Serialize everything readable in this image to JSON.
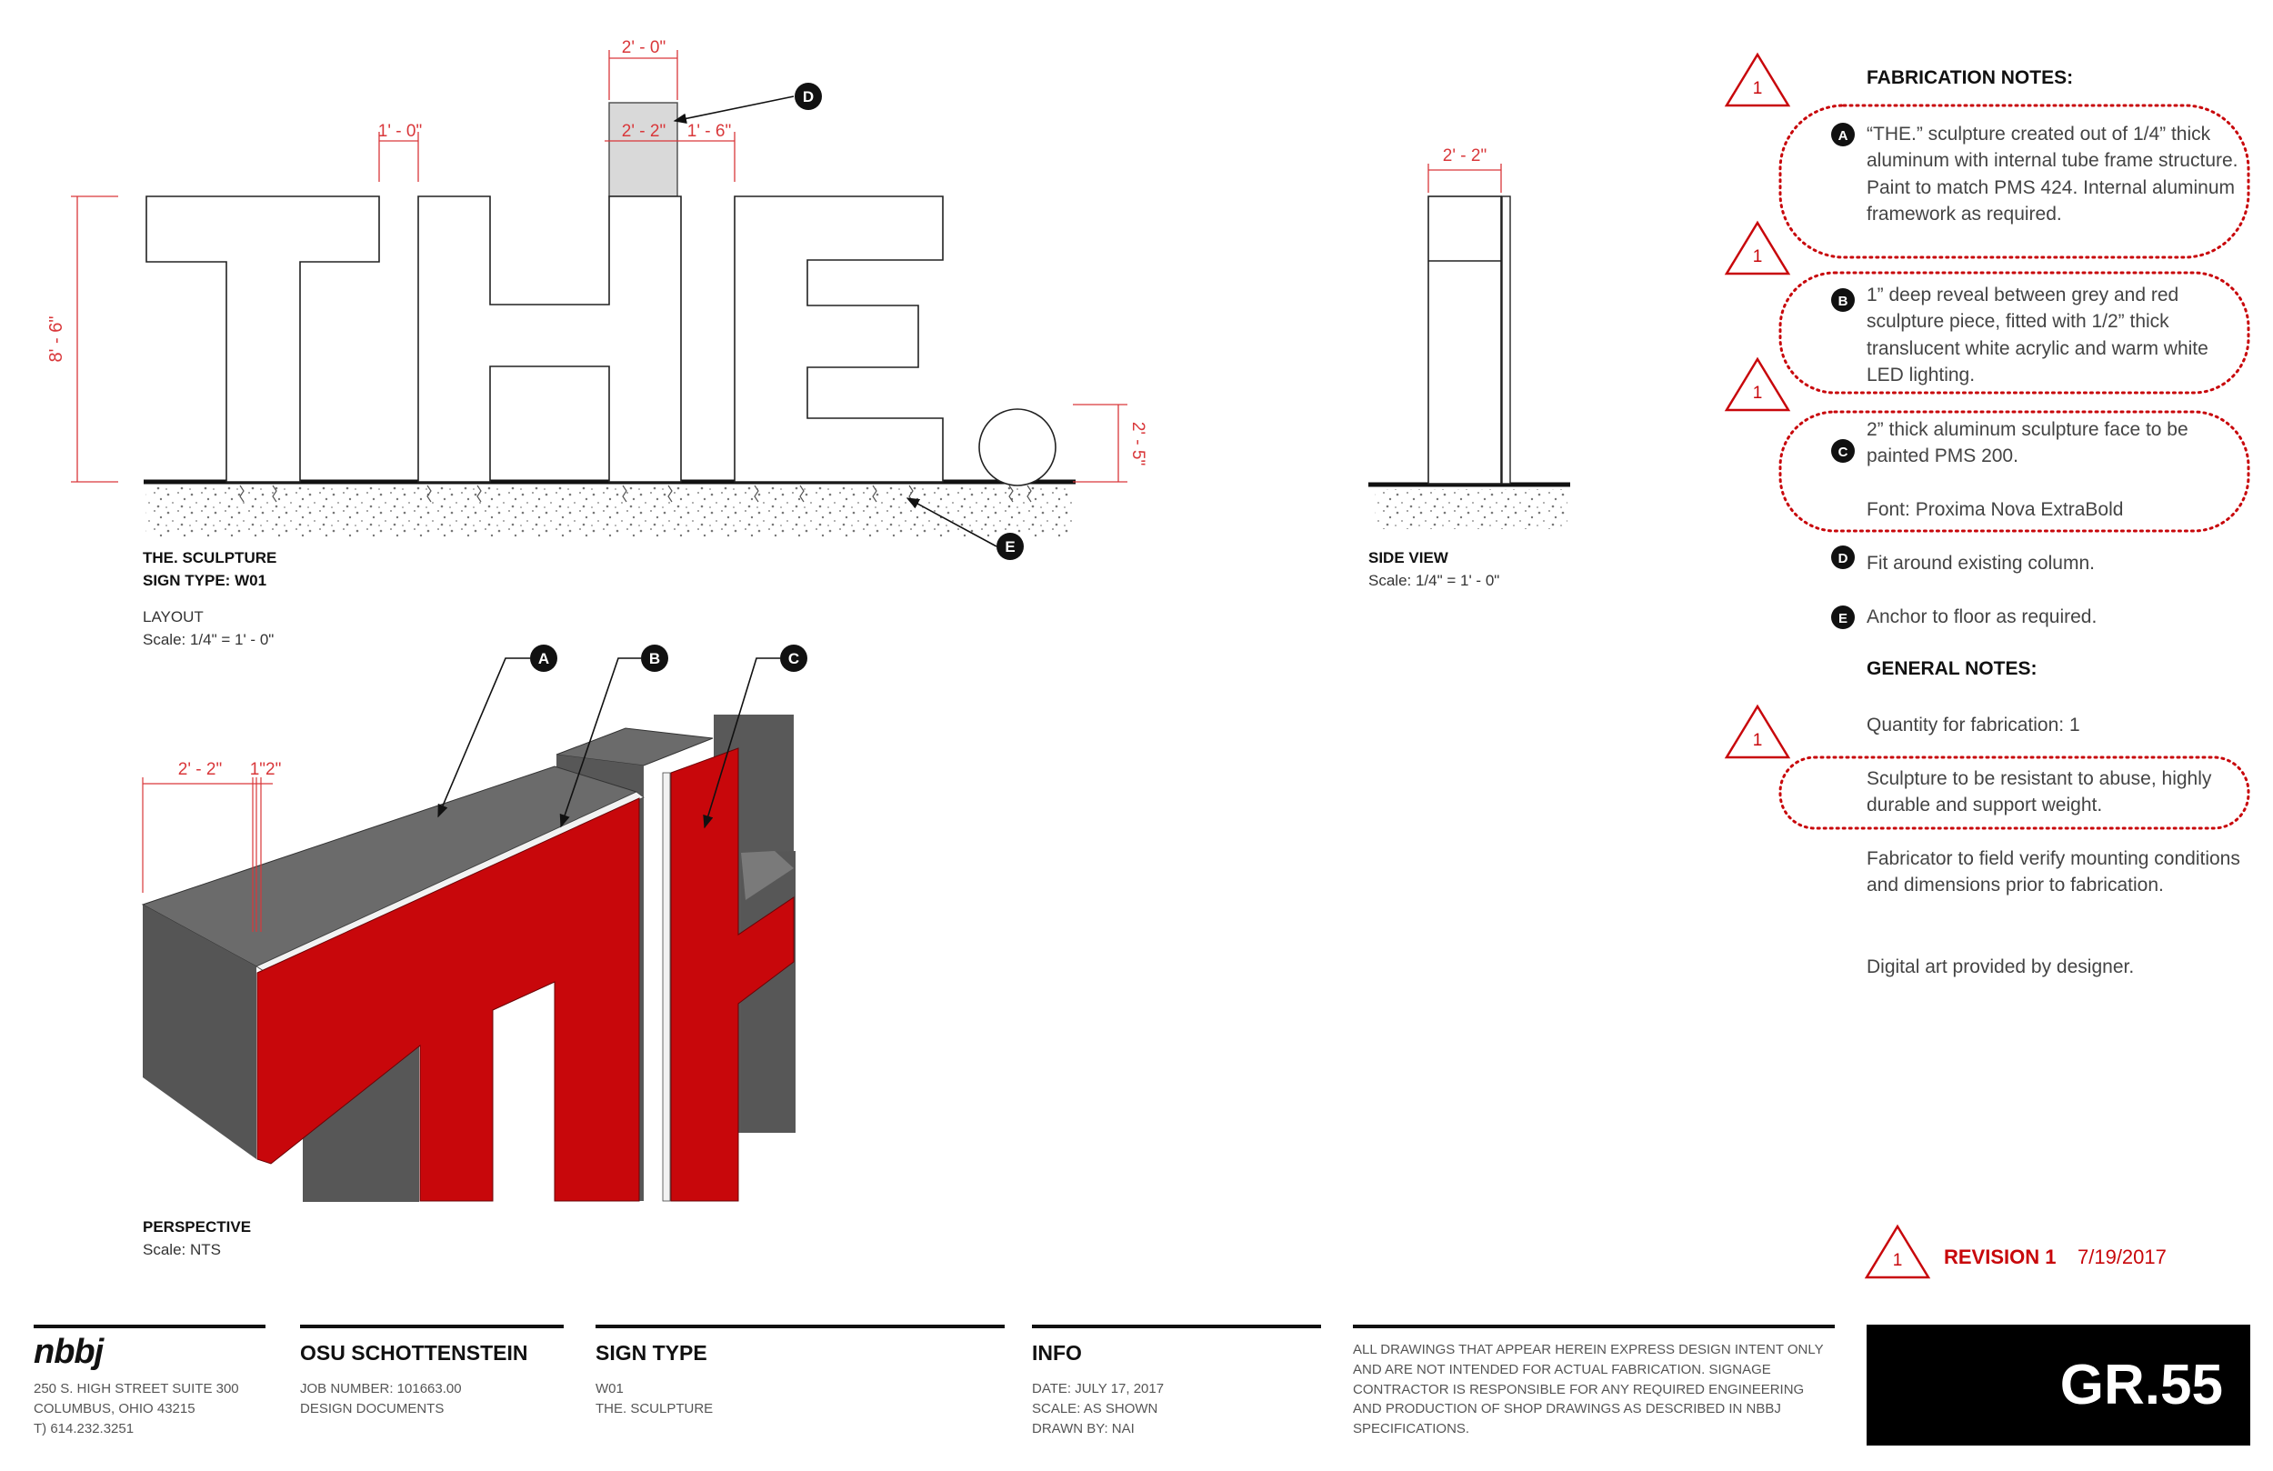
{
  "layout_view": {
    "dims": {
      "height": "8' - 6\"",
      "letter_gap": "1' - 0\"",
      "column_top": "2' - 0\"",
      "column_width": "2' - 2\"",
      "column_right": "1' - 6\"",
      "period": "2' - 5\""
    },
    "title": "THE. SCULPTURE",
    "sign_type": "SIGN TYPE: W01",
    "layout_label": "LAYOUT",
    "scale": "Scale: 1/4\" = 1' - 0\""
  },
  "side_view": {
    "dim": "2' - 2\"",
    "title": "SIDE VIEW",
    "scale": "Scale: 1/4\" = 1' - 0\""
  },
  "perspective": {
    "dim_a": "2' - 2\"",
    "dim_b": "1\"2\"",
    "title": "PERSPECTIVE",
    "scale": "Scale: NTS"
  },
  "callouts": [
    "A",
    "B",
    "C",
    "D",
    "E"
  ],
  "revision_marker": "1",
  "fabrication_notes": {
    "heading": "FABRICATION NOTES:",
    "items": [
      {
        "key": "A",
        "text": "“THE.” sculpture created out of 1/4” thick aluminum with internal tube frame structure. Paint to match PMS 424. Internal aluminum framework as required."
      },
      {
        "key": "B",
        "text": "1” deep reveal between grey and red sculpture piece, fitted with 1/2” thick translucent white acrylic and warm white LED lighting."
      },
      {
        "key": "C",
        "text": "2” thick aluminum sculpture face to be painted PMS 200."
      },
      {
        "key": "",
        "text": "Font: Proxima Nova ExtraBold"
      },
      {
        "key": "D",
        "text": "Fit around existing column."
      },
      {
        "key": "E",
        "text": "Anchor to floor as required."
      }
    ]
  },
  "general_notes": {
    "heading": "GENERAL NOTES:",
    "items": [
      "Quantity for fabrication: 1",
      "Sculpture to be resistant to abuse, highly durable and support weight.",
      "Fabricator to field verify mounting conditions and dimensions prior to fabrication.",
      "Digital art provided by designer."
    ]
  },
  "revision": {
    "label": "REVISION 1",
    "date": "7/19/2017"
  },
  "title_block": {
    "logo": "nbbj",
    "address": [
      "250 S. HIGH STREET  SUITE 300",
      "COLUMBUS, OHIO 43215",
      "T) 614.232.3251"
    ],
    "project": {
      "name": "OSU SCHOTTENSTEIN",
      "lines": [
        "JOB NUMBER: 101663.00",
        "DESIGN DOCUMENTS"
      ]
    },
    "sign_type": {
      "heading": "SIGN TYPE",
      "lines": [
        "W01",
        "THE. SCULPTURE"
      ]
    },
    "info": {
      "heading": "INFO",
      "lines": [
        "DATE: JULY 17, 2017",
        "SCALE: AS SHOWN",
        "DRAWN BY: NAI"
      ]
    },
    "disclaimer": "ALL DRAWINGS THAT APPEAR HEREIN EXPRESS DESIGN INTENT ONLY AND ARE NOT INTENDED FOR ACTUAL FABRICATION. SIGNAGE CONTRACTOR IS RESPONSIBLE FOR ANY REQUIRED ENGINEERING AND PRODUCTION OF SHOP DRAWINGS AS DESCRIBED IN NBBJ SPECIFICATIONS.",
    "sheet_number": "GR.55"
  },
  "colors": {
    "accent_red": "#c8070b",
    "face_grey": "#595959",
    "top_grey": "#6d6d6d",
    "dim_red": "#d9373a"
  }
}
